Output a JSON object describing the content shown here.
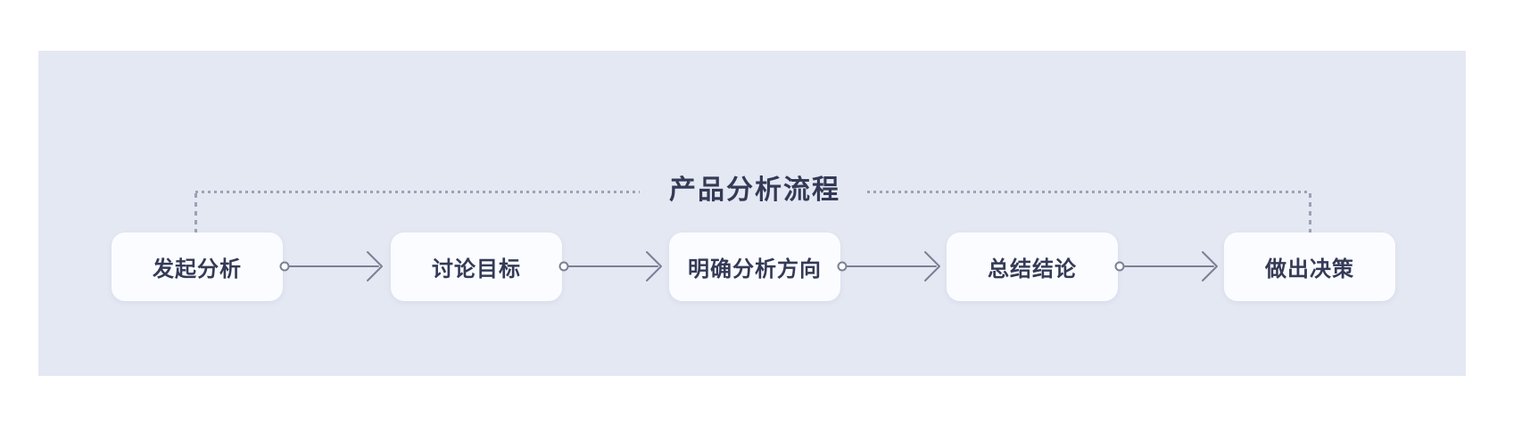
{
  "title": "产品分析流程",
  "steps": [
    {
      "label": "发起分析"
    },
    {
      "label": "讨论目标"
    },
    {
      "label": "明确分析方向"
    },
    {
      "label": "总结结论"
    },
    {
      "label": "做出决策"
    }
  ],
  "connector": {
    "icon": "circle-tail-arrow",
    "count": 4,
    "direction": "left-to-right"
  },
  "colors": {
    "panel-bg": "#e4e8f3",
    "node-bg": "#fbfcff",
    "text": "#343a56",
    "dots": "#9ca2b6",
    "arrow": "#7b8095"
  }
}
